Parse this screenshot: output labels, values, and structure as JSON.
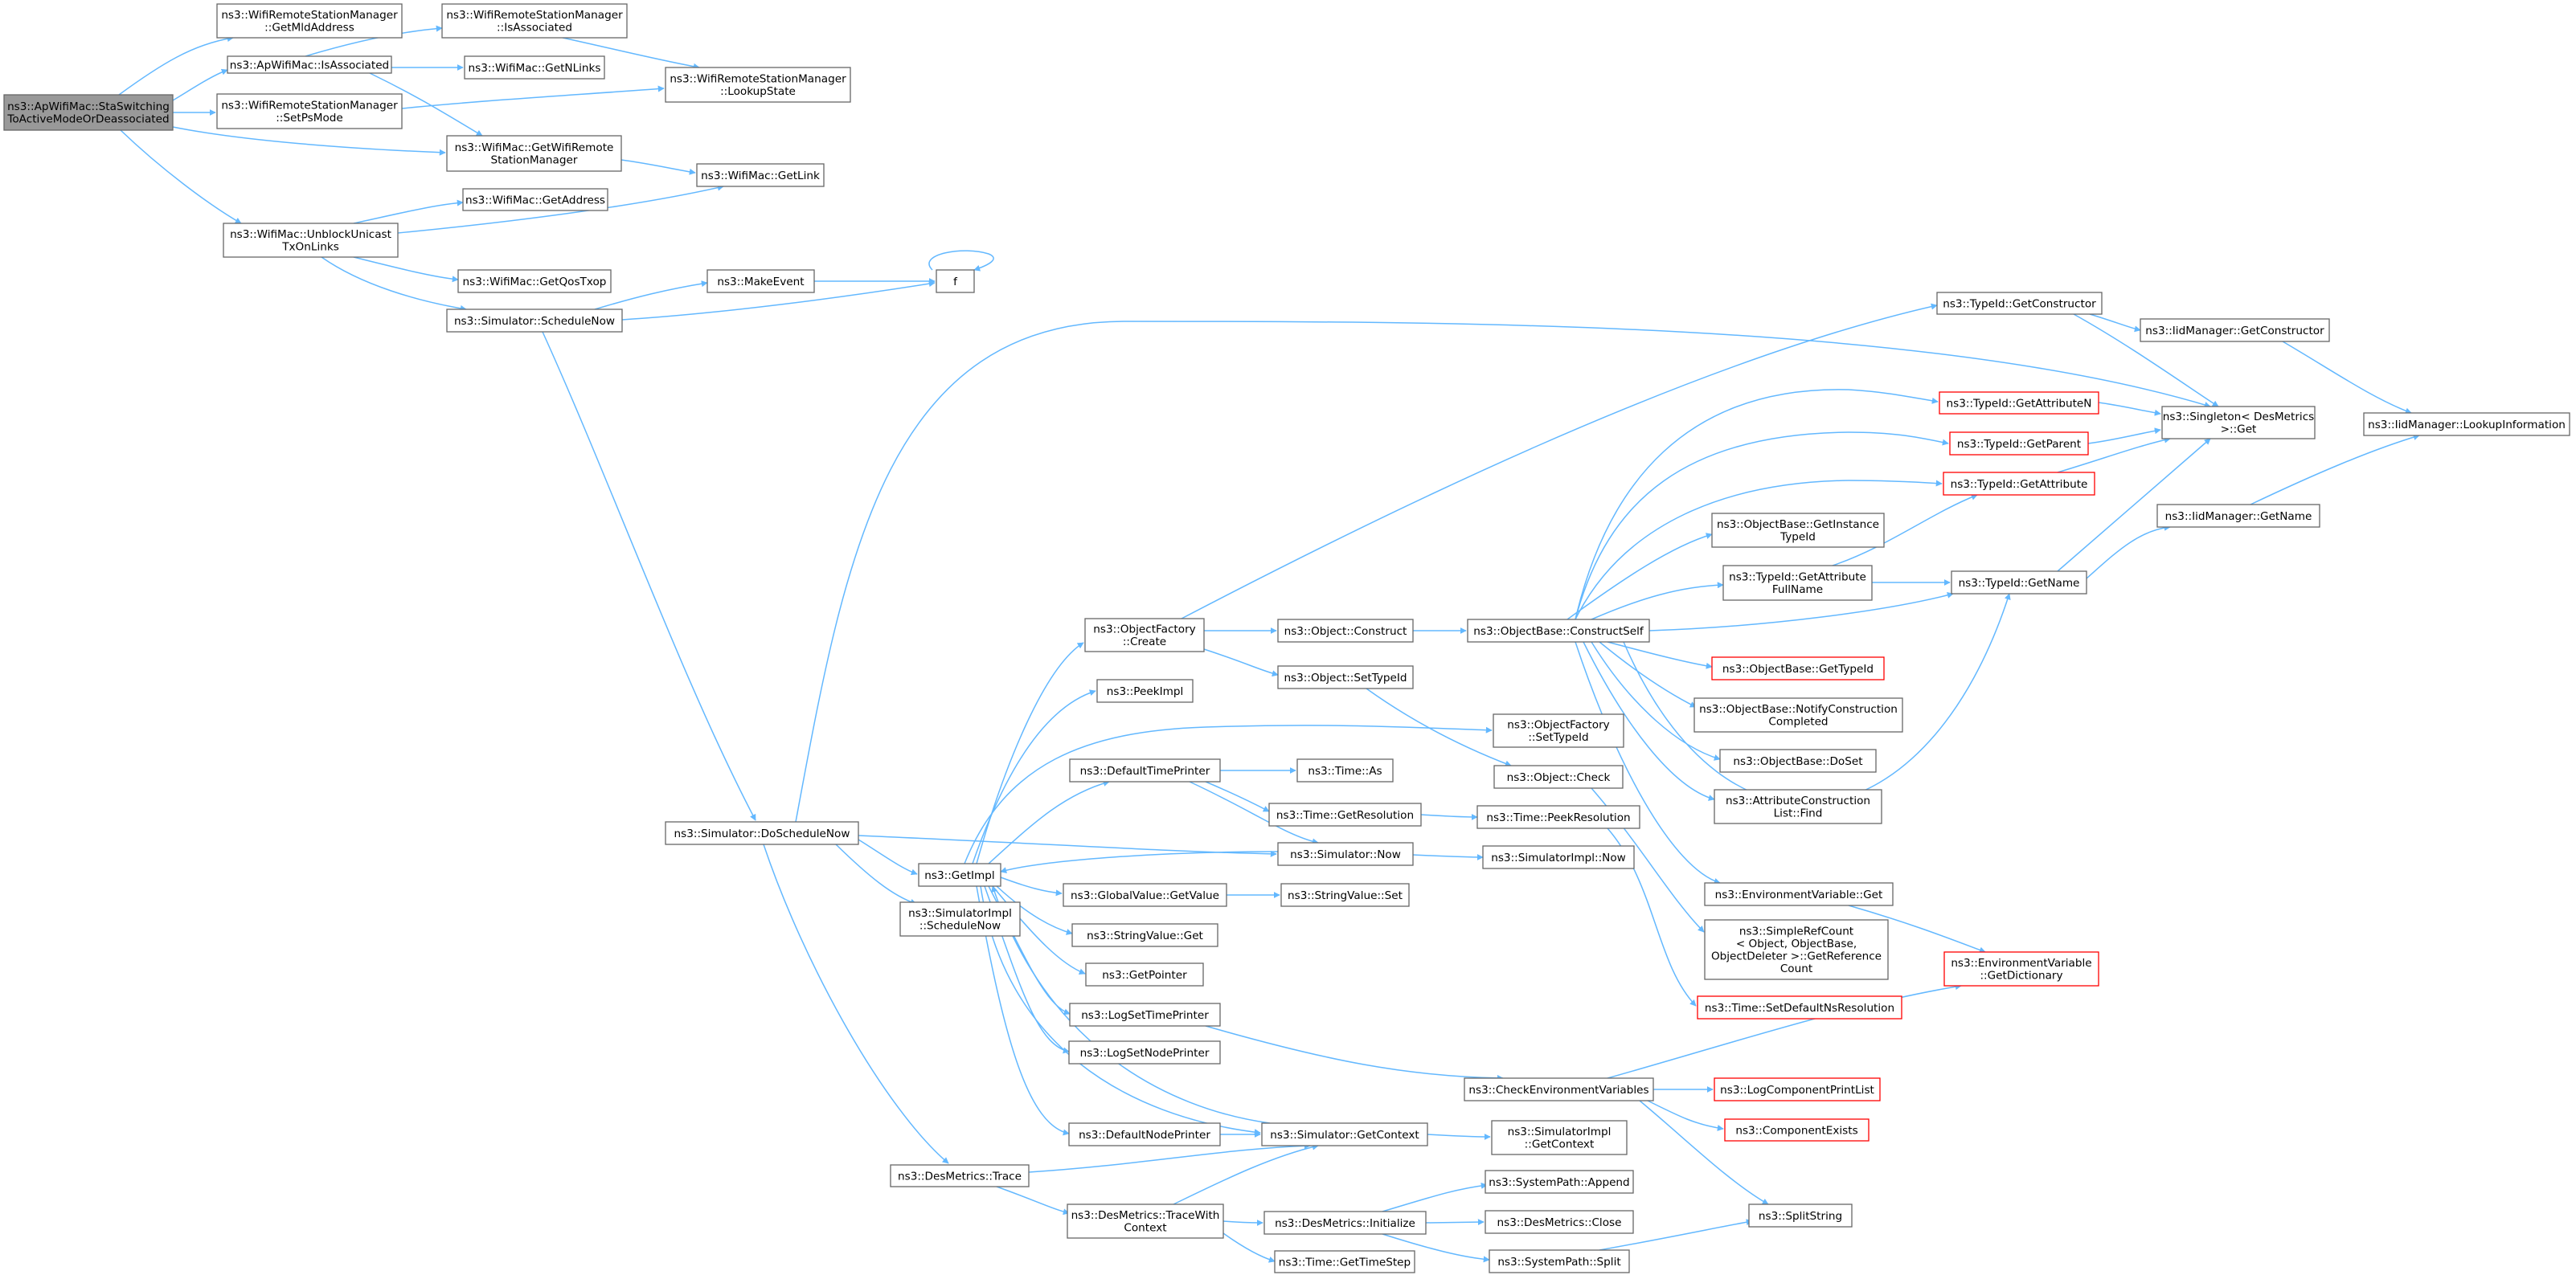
{
  "colors": {
    "edge": "#63b8ff",
    "node_border": "#666666",
    "node_fill": "#ffffff",
    "root_fill": "#999999",
    "root_border": "#666666",
    "incomplete_border": "#ff0000",
    "text": "#000000"
  },
  "nodes": [
    {
      "id": "root",
      "lines": [
        "ns3::ApWifiMac::StaSwitching",
        "ToActiveModeOrDeassociated"
      ],
      "style": "root"
    },
    {
      "id": "n_getmld",
      "lines": [
        "ns3::WifiRemoteStationManager",
        "::GetMldAddress"
      ]
    },
    {
      "id": "n_apisassoc",
      "lines": [
        "ns3::ApWifiMac::IsAssociated"
      ]
    },
    {
      "id": "n_setps",
      "lines": [
        "ns3::WifiRemoteStationManager",
        "::SetPsMode"
      ]
    },
    {
      "id": "n_wrsm_isassoc",
      "lines": [
        "ns3::WifiRemoteStationManager",
        "::IsAssociated"
      ]
    },
    {
      "id": "n_getnlinks",
      "lines": [
        "ns3::WifiMac::GetNLinks"
      ]
    },
    {
      "id": "n_lookupstate",
      "lines": [
        "ns3::WifiRemoteStationManager",
        "::LookupState"
      ]
    },
    {
      "id": "n_getwrsm",
      "lines": [
        "ns3::WifiMac::GetWifiRemote",
        "StationManager"
      ]
    },
    {
      "id": "n_getlink",
      "lines": [
        "ns3::WifiMac::GetLink"
      ]
    },
    {
      "id": "n_unblock",
      "lines": [
        "ns3::WifiMac::UnblockUnicast",
        "TxOnLinks"
      ]
    },
    {
      "id": "n_getaddress",
      "lines": [
        "ns3::WifiMac::GetAddress"
      ]
    },
    {
      "id": "n_getqostxop",
      "lines": [
        "ns3::WifiMac::GetQosTxop"
      ]
    },
    {
      "id": "n_schedulenow",
      "lines": [
        "ns3::Simulator::ScheduleNow"
      ]
    },
    {
      "id": "n_makeevent",
      "lines": [
        "ns3::MakeEvent"
      ]
    },
    {
      "id": "n_f",
      "lines": [
        "f"
      ]
    },
    {
      "id": "n_tid_getctor",
      "lines": [
        "ns3::TypeId::GetConstructor"
      ]
    },
    {
      "id": "n_iid_getctor",
      "lines": [
        "ns3::IidManager::GetConstructor"
      ]
    },
    {
      "id": "n_singleton",
      "lines": [
        "ns3::Singleton< DesMetrics",
        " >::Get"
      ]
    },
    {
      "id": "n_lookupinfo",
      "lines": [
        "ns3::IidManager::LookupInformation"
      ]
    },
    {
      "id": "n_getattrn",
      "lines": [
        "ns3::TypeId::GetAttributeN"
      ],
      "style": "incomplete"
    },
    {
      "id": "n_getparent",
      "lines": [
        "ns3::TypeId::GetParent"
      ],
      "style": "incomplete"
    },
    {
      "id": "n_getattr",
      "lines": [
        "ns3::TypeId::GetAttribute"
      ],
      "style": "incomplete"
    },
    {
      "id": "n_iid_getname",
      "lines": [
        "ns3::IidManager::GetName"
      ]
    },
    {
      "id": "n_getinsttid",
      "lines": [
        "ns3::ObjectBase::GetInstance",
        "TypeId"
      ]
    },
    {
      "id": "n_getattrfull",
      "lines": [
        "ns3::TypeId::GetAttribute",
        "FullName"
      ]
    },
    {
      "id": "n_tid_getname",
      "lines": [
        "ns3::TypeId::GetName"
      ]
    },
    {
      "id": "n_of_create",
      "lines": [
        "ns3::ObjectFactory",
        "::Create"
      ]
    },
    {
      "id": "n_obj_construct",
      "lines": [
        "ns3::Object::Construct"
      ]
    },
    {
      "id": "n_constructself",
      "lines": [
        "ns3::ObjectBase::ConstructSelf"
      ]
    },
    {
      "id": "n_obj_settypeid",
      "lines": [
        "ns3::Object::SetTypeId"
      ]
    },
    {
      "id": "n_getobjtypeid",
      "lines": [
        "ns3::ObjectBase::GetTypeId"
      ],
      "style": "incomplete"
    },
    {
      "id": "n_peekimpl",
      "lines": [
        "ns3::PeekImpl"
      ]
    },
    {
      "id": "n_of_settypeid",
      "lines": [
        "ns3::ObjectFactory",
        "::SetTypeId"
      ]
    },
    {
      "id": "n_notifyctor",
      "lines": [
        "ns3::ObjectBase::NotifyConstruction",
        "Completed"
      ]
    },
    {
      "id": "n_defaulttimeprinter",
      "lines": [
        "ns3::DefaultTimePrinter"
      ]
    },
    {
      "id": "n_time_as",
      "lines": [
        "ns3::Time::As"
      ]
    },
    {
      "id": "n_obj_check",
      "lines": [
        "ns3::Object::Check"
      ]
    },
    {
      "id": "n_doset",
      "lines": [
        "ns3::ObjectBase::DoSet"
      ]
    },
    {
      "id": "n_getresolution",
      "lines": [
        "ns3::Time::GetResolution"
      ]
    },
    {
      "id": "n_peekresolution",
      "lines": [
        "ns3::Time::PeekResolution"
      ]
    },
    {
      "id": "n_acl_find",
      "lines": [
        "ns3::AttributeConstruction",
        "List::Find"
      ]
    },
    {
      "id": "n_doschedulenow",
      "lines": [
        "ns3::Simulator::DoScheduleNow"
      ]
    },
    {
      "id": "n_sim_now",
      "lines": [
        "ns3::Simulator::Now"
      ]
    },
    {
      "id": "n_simimpl_now",
      "lines": [
        "ns3::SimulatorImpl::Now"
      ]
    },
    {
      "id": "n_getimpl",
      "lines": [
        "ns3::GetImpl"
      ]
    },
    {
      "id": "n_envvar_get",
      "lines": [
        "ns3::EnvironmentVariable::Get"
      ]
    },
    {
      "id": "n_gv_getvalue",
      "lines": [
        "ns3::GlobalValue::GetValue"
      ]
    },
    {
      "id": "n_sv_set",
      "lines": [
        "ns3::StringValue::Set"
      ]
    },
    {
      "id": "n_simimpl_schednow",
      "lines": [
        "ns3::SimulatorImpl",
        "::ScheduleNow"
      ]
    },
    {
      "id": "n_simplerefcount",
      "lines": [
        "ns3::SimpleRefCount",
        "< Object, ObjectBase,",
        "ObjectDeleter >::GetReference",
        "Count"
      ]
    },
    {
      "id": "n_sv_get",
      "lines": [
        "ns3::StringValue::Get"
      ]
    },
    {
      "id": "n_envvar_getdict",
      "lines": [
        "ns3::EnvironmentVariable",
        "::GetDictionary"
      ],
      "style": "incomplete"
    },
    {
      "id": "n_getpointer",
      "lines": [
        "ns3::GetPointer"
      ]
    },
    {
      "id": "n_setdefaultnsres",
      "lines": [
        "ns3::Time::SetDefaultNsResolution"
      ],
      "style": "incomplete"
    },
    {
      "id": "n_logsettimeprinter",
      "lines": [
        "ns3::LogSetTimePrinter"
      ]
    },
    {
      "id": "n_logsetnodeprinter",
      "lines": [
        "ns3::LogSetNodePrinter"
      ]
    },
    {
      "id": "n_checkenvvars",
      "lines": [
        "ns3::CheckEnvironmentVariables"
      ]
    },
    {
      "id": "n_logcomplist",
      "lines": [
        "ns3::LogComponentPrintList"
      ],
      "style": "incomplete"
    },
    {
      "id": "n_compexists",
      "lines": [
        "ns3::ComponentExists"
      ],
      "style": "incomplete"
    },
    {
      "id": "n_defaultnodeprinter",
      "lines": [
        "ns3::DefaultNodePrinter"
      ]
    },
    {
      "id": "n_sim_getcontext",
      "lines": [
        "ns3::Simulator::GetContext"
      ]
    },
    {
      "id": "n_simimpl_getcontext",
      "lines": [
        "ns3::SimulatorImpl",
        "::GetContext"
      ]
    },
    {
      "id": "n_desmetrics_trace",
      "lines": [
        "ns3::DesMetrics::Trace"
      ]
    },
    {
      "id": "n_syspath_append",
      "lines": [
        "ns3::SystemPath::Append"
      ]
    },
    {
      "id": "n_tracewithctx",
      "lines": [
        "ns3::DesMetrics::TraceWith",
        "Context"
      ]
    },
    {
      "id": "n_desmetrics_init",
      "lines": [
        "ns3::DesMetrics::Initialize"
      ]
    },
    {
      "id": "n_desmetrics_close",
      "lines": [
        "ns3::DesMetrics::Close"
      ]
    },
    {
      "id": "n_splitstring",
      "lines": [
        "ns3::SplitString"
      ]
    },
    {
      "id": "n_gettimestep",
      "lines": [
        "ns3::Time::GetTimeStep"
      ]
    },
    {
      "id": "n_syspath_split",
      "lines": [
        "ns3::SystemPath::Split"
      ]
    }
  ]
}
